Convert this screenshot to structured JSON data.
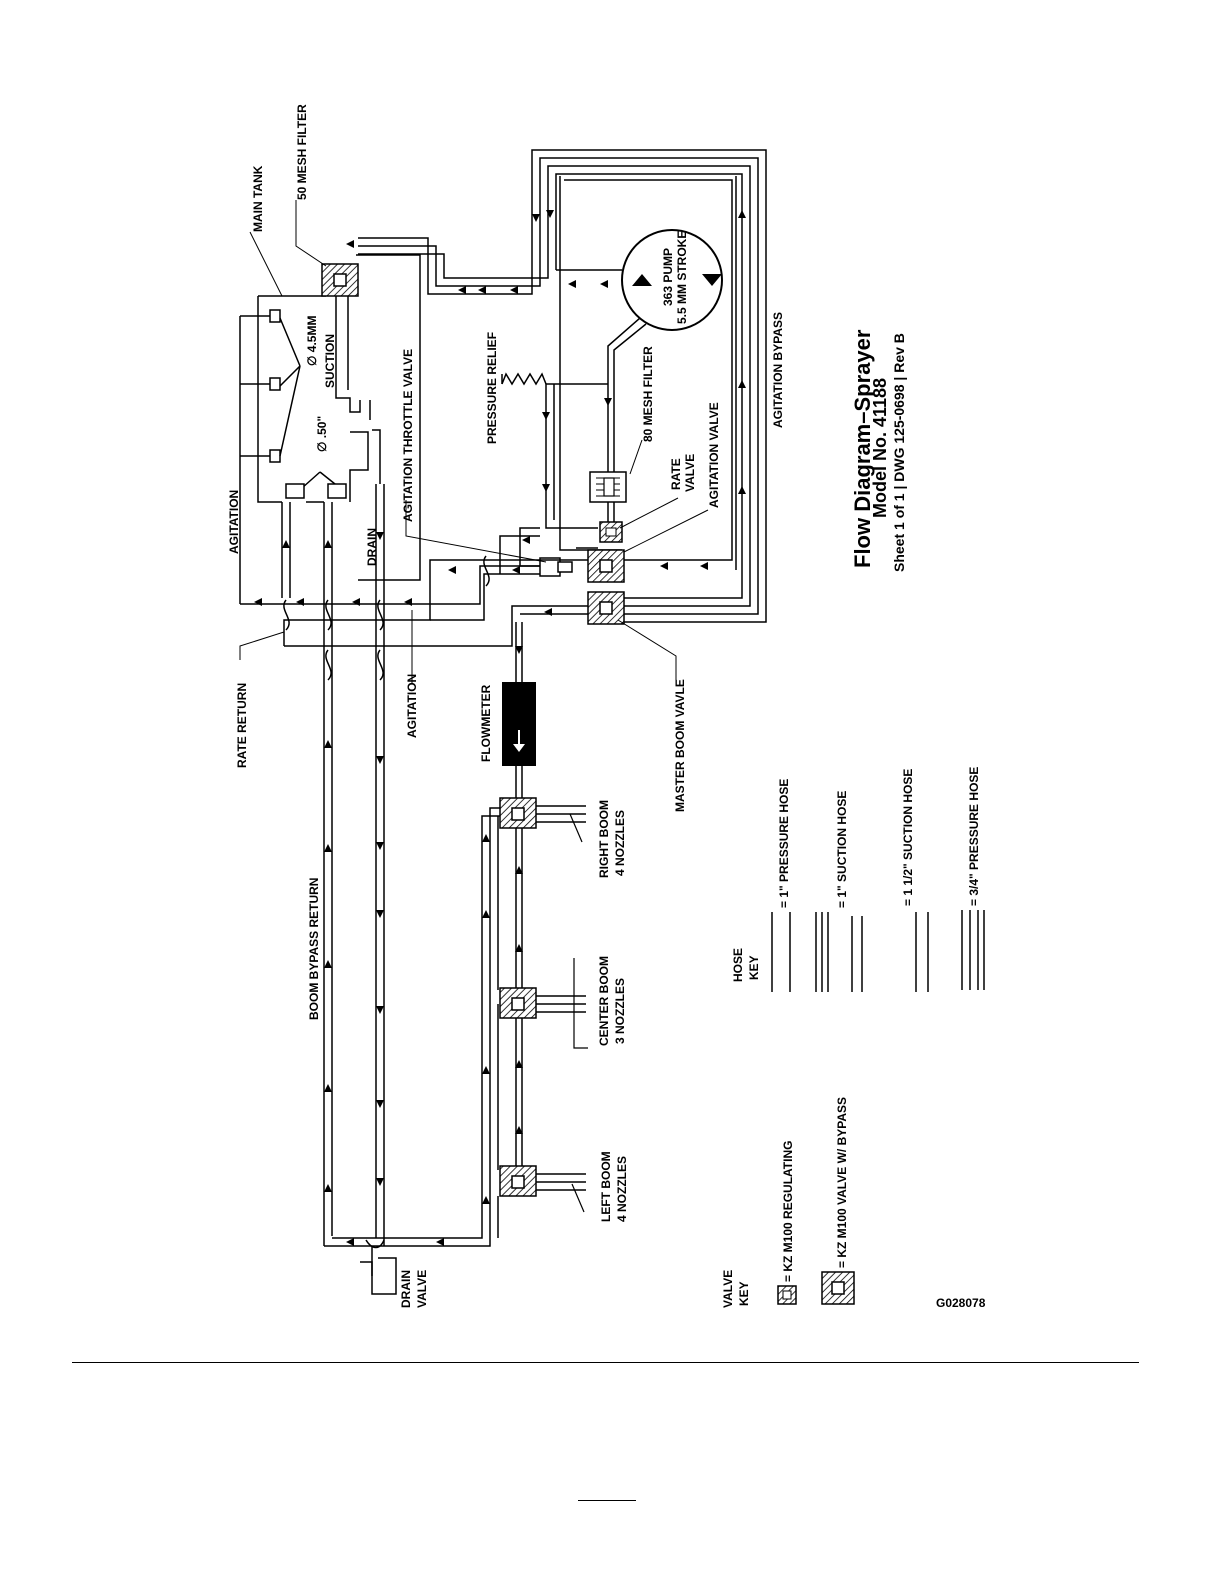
{
  "title": {
    "line1": "Flow Diagram–Sprayer",
    "line2": "Model No. 41188",
    "line3": "Sheet 1 of 1 | DWG 125-0698 | Rev B"
  },
  "labels": {
    "main_tank": "MAIN TANK",
    "mesh50": "50 MESH FILTER",
    "pump_line1": "363 PUMP",
    "pump_line2": "5.5 MM STROKE",
    "dia45": "∅ 4.5MM",
    "suction": "SUCTION",
    "dia50": "∅ .50\"",
    "agitation_throttle": "AGITATION THROTTLE VALVE",
    "pressure_relief": "PRESSURE RELIEF",
    "mesh80": "80 MESH FILTER",
    "rate_valve1": "RATE",
    "rate_valve2": "VALVE",
    "agitation_valve": "AGITATION VALVE",
    "agitation_bypass": "AGITATION BYPASS",
    "agitation_top": "AGITATION",
    "drain": "DRAIN",
    "rate_return": "RATE RETURN",
    "agitation_bottom": "AGITATION",
    "flowmeter": "FLOWMETER",
    "master_boom": "MASTER BOOM VAVLE",
    "boom_bypass": "BOOM BYPASS RETURN",
    "right_boom1": "RIGHT BOOM",
    "right_boom2": "4 NOZZLES",
    "center_boom1": "CENTER BOOM",
    "center_boom2": "3 NOZZLES",
    "left_boom1": "LEFT BOOM",
    "left_boom2": "4 NOZZLES",
    "drain_valve1": "DRAIN",
    "drain_valve2": "VALVE",
    "hose_key1": "HOSE",
    "hose_key2": "KEY",
    "hose1": "= 1\" PRESSURE HOSE",
    "hose2": "= 1\" SUCTION HOSE",
    "hose3": "= 1 1/2\" SUCTION HOSE",
    "hose4": "= 3/4\" PRESSURE HOSE",
    "valve_key1": "VALVE",
    "valve_key2": "KEY",
    "valve1": "= KZ M100 REGULATING",
    "valve2": "= KZ M100 VALVE W/ BYPASS",
    "drawing_id": "G028078"
  }
}
